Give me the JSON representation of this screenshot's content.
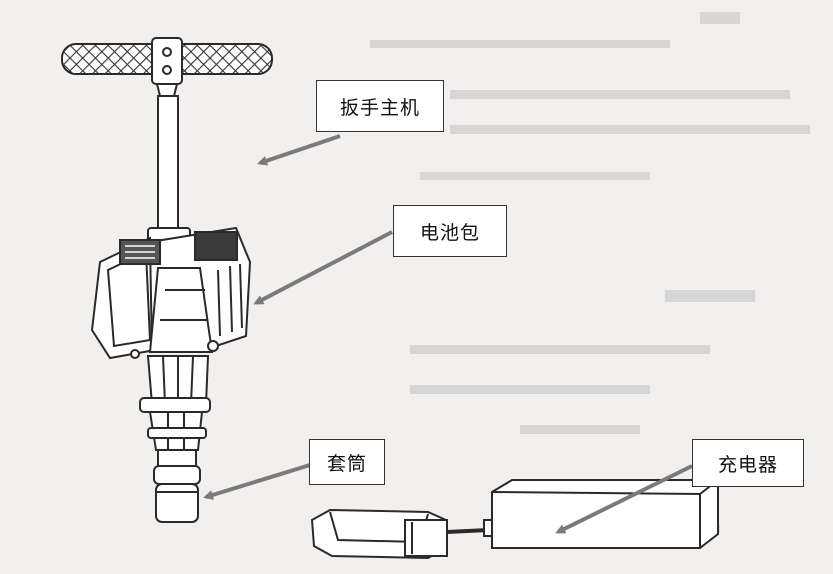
{
  "labels": {
    "wrench_host": "扳手主机",
    "battery_pack": "电池包",
    "socket": "套筒",
    "charger": "充电器"
  },
  "colors": {
    "arrow": "#7a7a7a",
    "line": "#2a2a2a",
    "faint_text": "#c8c8c8"
  }
}
